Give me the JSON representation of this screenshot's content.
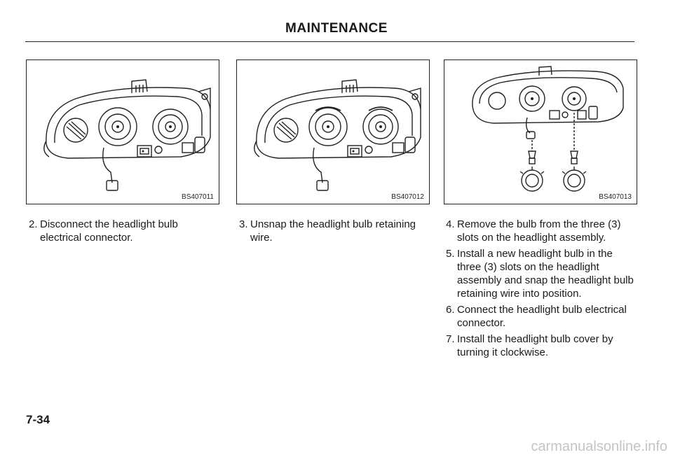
{
  "header": {
    "title": "MAINTENANCE"
  },
  "figures": [
    {
      "code": "BS407011",
      "illustration": "headlight-assembly-connector"
    },
    {
      "code": "BS407012",
      "illustration": "headlight-assembly-retaining-wire"
    },
    {
      "code": "BS407013",
      "illustration": "headlight-assembly-bulb-removed"
    }
  ],
  "columns": [
    {
      "steps": [
        {
          "num": "2.",
          "text": "Disconnect the headlight bulb electrical connector."
        }
      ]
    },
    {
      "steps": [
        {
          "num": "3.",
          "text": "Unsnap the headlight bulb retaining wire."
        }
      ]
    },
    {
      "steps": [
        {
          "num": "4.",
          "text": "Remove the bulb from the three (3) slots on the headlight assembly."
        },
        {
          "num": "5.",
          "text": "Install a new headlight bulb in the three (3) slots on the headlight assembly and snap the headlight bulb retaining wire into position."
        },
        {
          "num": "6.",
          "text": "Connect the headlight bulb electrical connector."
        },
        {
          "num": "7.",
          "text": "Install the headlight bulb cover by turning it clockwise."
        }
      ]
    }
  ],
  "page_number": "7-34",
  "footer": {
    "watermark": "carmanualsonline.info"
  }
}
